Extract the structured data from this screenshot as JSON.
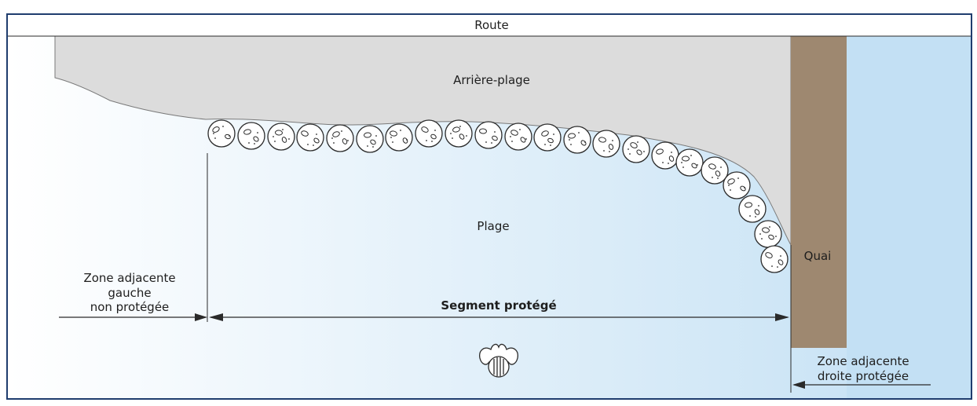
{
  "labels": {
    "road": "Route",
    "backshore": "Arrière-plage",
    "beach": "Plage",
    "quay": "Quai",
    "protected_segment": "Segment protégé",
    "left_zone_line1": "Zone adjacente",
    "left_zone_line2": "gauche",
    "left_zone_line3": "non protégée",
    "right_zone_line1": "Zone adjacente",
    "right_zone_line2": "droite protégée"
  },
  "icons": {
    "person": "swimmer-icon",
    "boulder": "boulder-icon"
  },
  "colors": {
    "frame_border": "#1f3d6e",
    "backshore": "#dcdcdc",
    "water": "#c3e0f4",
    "quay": "#9e8870",
    "line": "#2a2a2a"
  }
}
